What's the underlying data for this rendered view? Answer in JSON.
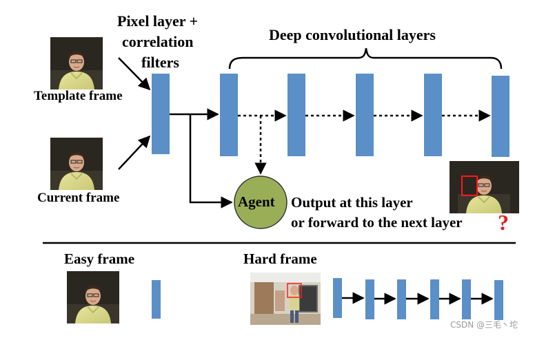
{
  "top_labels": {
    "pixel_layer": [
      "Pixel layer +",
      "correlation",
      "filters"
    ],
    "deep_conv": "Deep convolutional layers",
    "template_frame": "Template frame",
    "current_frame": "Current frame",
    "agent": "Agent",
    "output_text": [
      "Output at this layer",
      "or forward to the next layer"
    ],
    "question_mark": "?"
  },
  "bottom_labels": {
    "easy_frame": "Easy frame",
    "hard_frame": "Hard frame"
  },
  "watermark": "CSDN @三毛丶坨",
  "colors": {
    "layer_blue": "#5b8fc7",
    "agent_green": "#9aae57",
    "question_red": "#e02020",
    "face_box_red": "#ff1a1a"
  },
  "icons": {
    "photo": "person-photo",
    "hard_photo": "room-person-photo"
  }
}
